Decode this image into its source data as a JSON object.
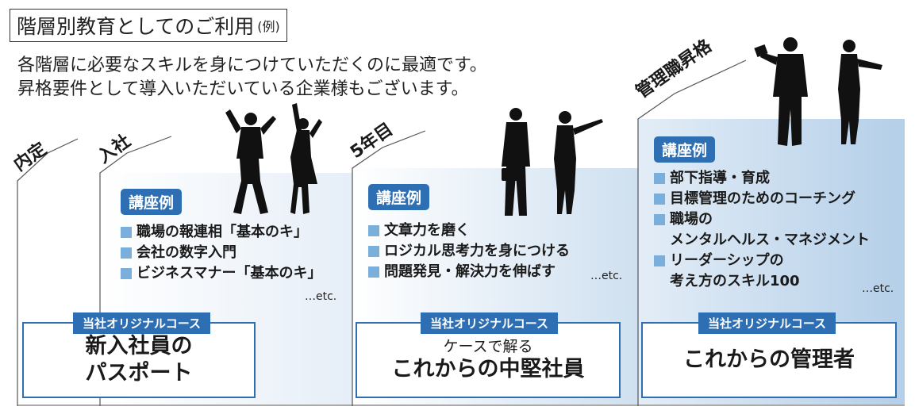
{
  "header": {
    "title": "階層別教育としてのご利用",
    "title_suffix": "(例)",
    "intro_line1": "各階層に必要なスキルを身につけていただくのに最適です。",
    "intro_line2": "昇格要件として導入いただいている企業様もございます。"
  },
  "stages": {
    "naitei": {
      "label": "内定"
    },
    "nyusha": {
      "label": "入社",
      "course_tag": "講座例",
      "courses": [
        "職場の報連相「基本のキ」",
        "会社の数字入門",
        "ビジネスマナー「基本のキ」"
      ],
      "etc": "…etc.",
      "original_tag": "当社オリジナルコース",
      "original_title_line1": "新入社員の",
      "original_title_line2": "パスポート"
    },
    "gonenme": {
      "label": "5年目",
      "course_tag": "講座例",
      "courses": [
        "文章力を磨く",
        "ロジカル思考力を身につける",
        "問題発見・解決力を伸ばす"
      ],
      "etc": "…etc.",
      "original_tag": "当社オリジナルコース",
      "original_pre": "ケースで解る",
      "original_title": "これからの中堅社員"
    },
    "kanri": {
      "label": "管理職昇格",
      "course_tag": "講座例",
      "courses": [
        "部下指導・育成",
        "目標管理のためのコーチング",
        "職場の",
        "メンタルヘルス・マネジメント",
        "リーダーシップの",
        "考え方のスキル100"
      ],
      "etc": "…etc.",
      "original_tag": "当社オリジナルコース",
      "original_title": "これからの管理者"
    }
  },
  "colors": {
    "accent": "#2e6fb4",
    "bullet": "#7aaedb",
    "panel_light": "#dce9f5",
    "panel_dark": "#b4cfe8"
  }
}
